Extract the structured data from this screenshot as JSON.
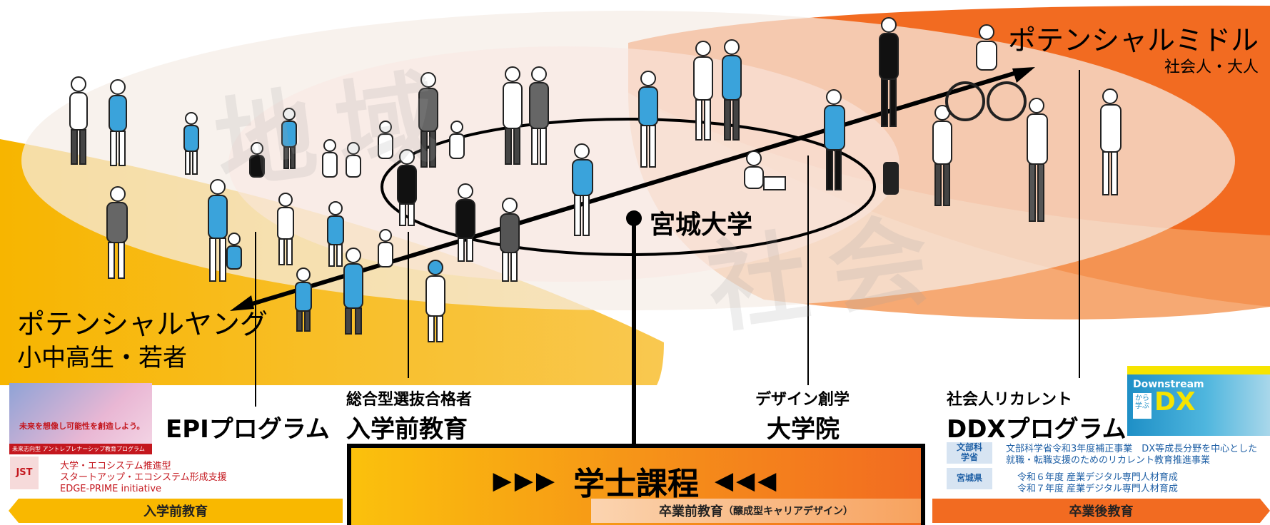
{
  "watermark": {
    "region": "地域",
    "society": "社会"
  },
  "potential_middle": {
    "title": "ポテンシャルミドル",
    "subtitle": "社会人・大人"
  },
  "potential_young": {
    "title": "ポテンシャルヤング",
    "subtitle": "小中高生・若者"
  },
  "university": "宮城大学",
  "nodes": {
    "epi": {
      "label": "EPIプログラム"
    },
    "pre_admission": {
      "sub": "総合型選抜合格者",
      "label": "入学前教育"
    },
    "graduate": {
      "sub": "デザイン創学",
      "label": "大学院"
    },
    "ddx": {
      "sub": "社会人リカレント",
      "label": "DDXプログラム"
    }
  },
  "bachelor": {
    "arrows_left": "▶▶▶",
    "title": "学士課程",
    "arrows_right": "◀◀◀"
  },
  "epi_thumb": {
    "headline": "未来を想像し可能性を創造しよう。",
    "footer": "未来志向型 アントレプレナーシップ教育プログラム"
  },
  "jst": {
    "badge": "JST",
    "lines": [
      "大学・エコシステム推進型",
      "スタートアップ・エコシステム形成支援",
      "EDGE-PRIME initiative"
    ]
  },
  "mext": {
    "badge": "文部科学省",
    "lines": [
      "文部科学省令和3年度補正事業　DX等成長分野を中心とした",
      "就職・転職支援のためのリカレント教育推進事業"
    ]
  },
  "miyagi": {
    "badge": "宮城県",
    "lines": [
      "令和６年度 産業デジタル専門人材育成",
      "令和７年度 産業デジタル専門人材育成"
    ]
  },
  "ddx_thumb": {
    "title": "Downstream",
    "big": "DX",
    "kana": "から学ぶ"
  },
  "bands": {
    "pre": "入学前教育",
    "before_grad": "卒業前教育",
    "before_grad_note": "（醸成型キャリアデザイン）",
    "post": "卒業後教育"
  },
  "colors": {
    "orange": "#F26B21",
    "yellow": "#F7B500",
    "person_blue": "#3AA3DB"
  }
}
